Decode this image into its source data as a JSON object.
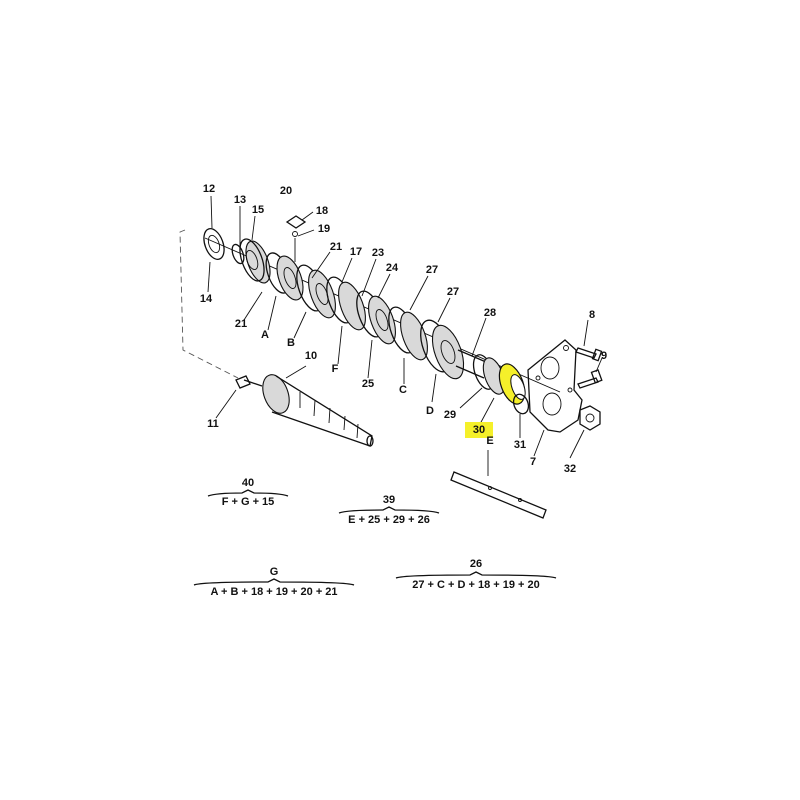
{
  "diagram": {
    "highlight_color": "#f5f02a",
    "callouts": [
      {
        "id": "12",
        "text": "12"
      },
      {
        "id": "13",
        "text": "13"
      },
      {
        "id": "15",
        "text": "15"
      },
      {
        "id": "20",
        "text": "20"
      },
      {
        "id": "18",
        "text": "18"
      },
      {
        "id": "19",
        "text": "19"
      },
      {
        "id": "21a",
        "text": "21"
      },
      {
        "id": "17",
        "text": "17"
      },
      {
        "id": "23",
        "text": "23"
      },
      {
        "id": "24",
        "text": "24"
      },
      {
        "id": "27a",
        "text": "27"
      },
      {
        "id": "27b",
        "text": "27"
      },
      {
        "id": "28",
        "text": "28"
      },
      {
        "id": "8",
        "text": "8"
      },
      {
        "id": "9",
        "text": "9"
      },
      {
        "id": "14",
        "text": "14"
      },
      {
        "id": "21b",
        "text": "21"
      },
      {
        "id": "A",
        "text": "A"
      },
      {
        "id": "B",
        "text": "B"
      },
      {
        "id": "F",
        "text": "F"
      },
      {
        "id": "25",
        "text": "25"
      },
      {
        "id": "C",
        "text": "C"
      },
      {
        "id": "D",
        "text": "D"
      },
      {
        "id": "29",
        "text": "29"
      },
      {
        "id": "30",
        "text": "30"
      },
      {
        "id": "31",
        "text": "31"
      },
      {
        "id": "7",
        "text": "7"
      },
      {
        "id": "32",
        "text": "32"
      },
      {
        "id": "10",
        "text": "10"
      },
      {
        "id": "11",
        "text": "11"
      },
      {
        "id": "E",
        "text": "E"
      }
    ],
    "groups": [
      {
        "id": "g40",
        "code": "40",
        "formula": "F + G + 15"
      },
      {
        "id": "g39",
        "code": "39",
        "formula": "E + 25 + 29 + 26"
      },
      {
        "id": "gG",
        "code": "G",
        "formula": "A + B + 18 + 19 + 20 + 21"
      },
      {
        "id": "g26",
        "code": "26",
        "formula": "27 + C + D + 18 + 19 + 20"
      }
    ]
  }
}
